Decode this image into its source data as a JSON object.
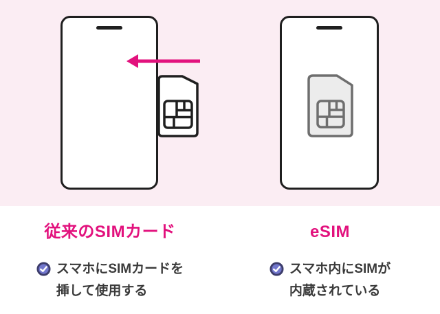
{
  "diagram": {
    "left": {
      "title": "従来のSIMカード",
      "description_line1": "スマホにSIMカードを",
      "description_line2": "挿して使用する"
    },
    "right": {
      "title": "eSIM",
      "description_line1": "スマホ内にSIMが",
      "description_line2": "内蔵されている"
    }
  },
  "icons": {
    "sim_card": "sim-card-icon",
    "esim": "esim-icon",
    "insert_arrow": "left-arrow-icon",
    "check": "check-icon",
    "phone": "smartphone-outline",
    "check_glyph": "✓"
  },
  "colors": {
    "panel_background": "#fbedf3",
    "accent_pink": "#e2117d",
    "outline_black": "#1f1f1f",
    "body_text": "#3a3a3a",
    "esim_outline_gray": "#6e6e6e",
    "esim_fill_gray": "#ececec",
    "check_ring": "#3d3d6b",
    "check_fill": "#7277cd",
    "check_mark": "#ffffff"
  }
}
